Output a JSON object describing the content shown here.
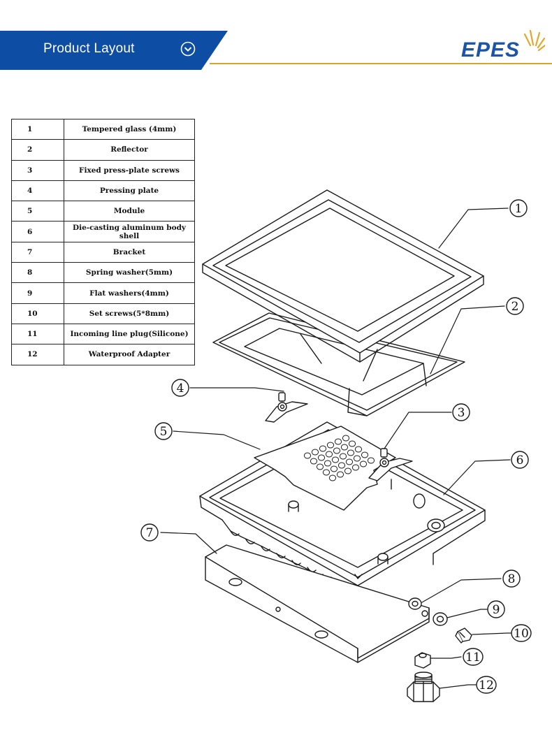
{
  "header": {
    "title": "Product Layout",
    "brand": "EPES",
    "colors": {
      "banner": "#0d4da3",
      "brand": "#1a55a8",
      "accent": "#d8a52c"
    },
    "icons": {
      "banner": "chevron-circle-down-icon",
      "brand": "sun-rays-icon"
    }
  },
  "parts": [
    {
      "num": "1",
      "name": "Tempered glass  (4mm)"
    },
    {
      "num": "2",
      "name": "Reflector"
    },
    {
      "num": "3",
      "name": "Fixed press-plate screws"
    },
    {
      "num": "4",
      "name": "Pressing plate"
    },
    {
      "num": "5",
      "name": "Module"
    },
    {
      "num": "6",
      "name": "Die-casting aluminum body shell"
    },
    {
      "num": "7",
      "name": "Bracket"
    },
    {
      "num": "8",
      "name": "Spring washer(5mm)"
    },
    {
      "num": "9",
      "name": "Flat washers(4mm)"
    },
    {
      "num": "10",
      "name": "Set screws(5*8mm)"
    },
    {
      "num": "11",
      "name": "Incoming line plug(Silicone)"
    },
    {
      "num": "12",
      "name": "Waterproof Adapter"
    }
  ],
  "callouts": [
    "1",
    "2",
    "3",
    "4",
    "5",
    "6",
    "7",
    "8",
    "9",
    "10",
    "11",
    "12"
  ]
}
